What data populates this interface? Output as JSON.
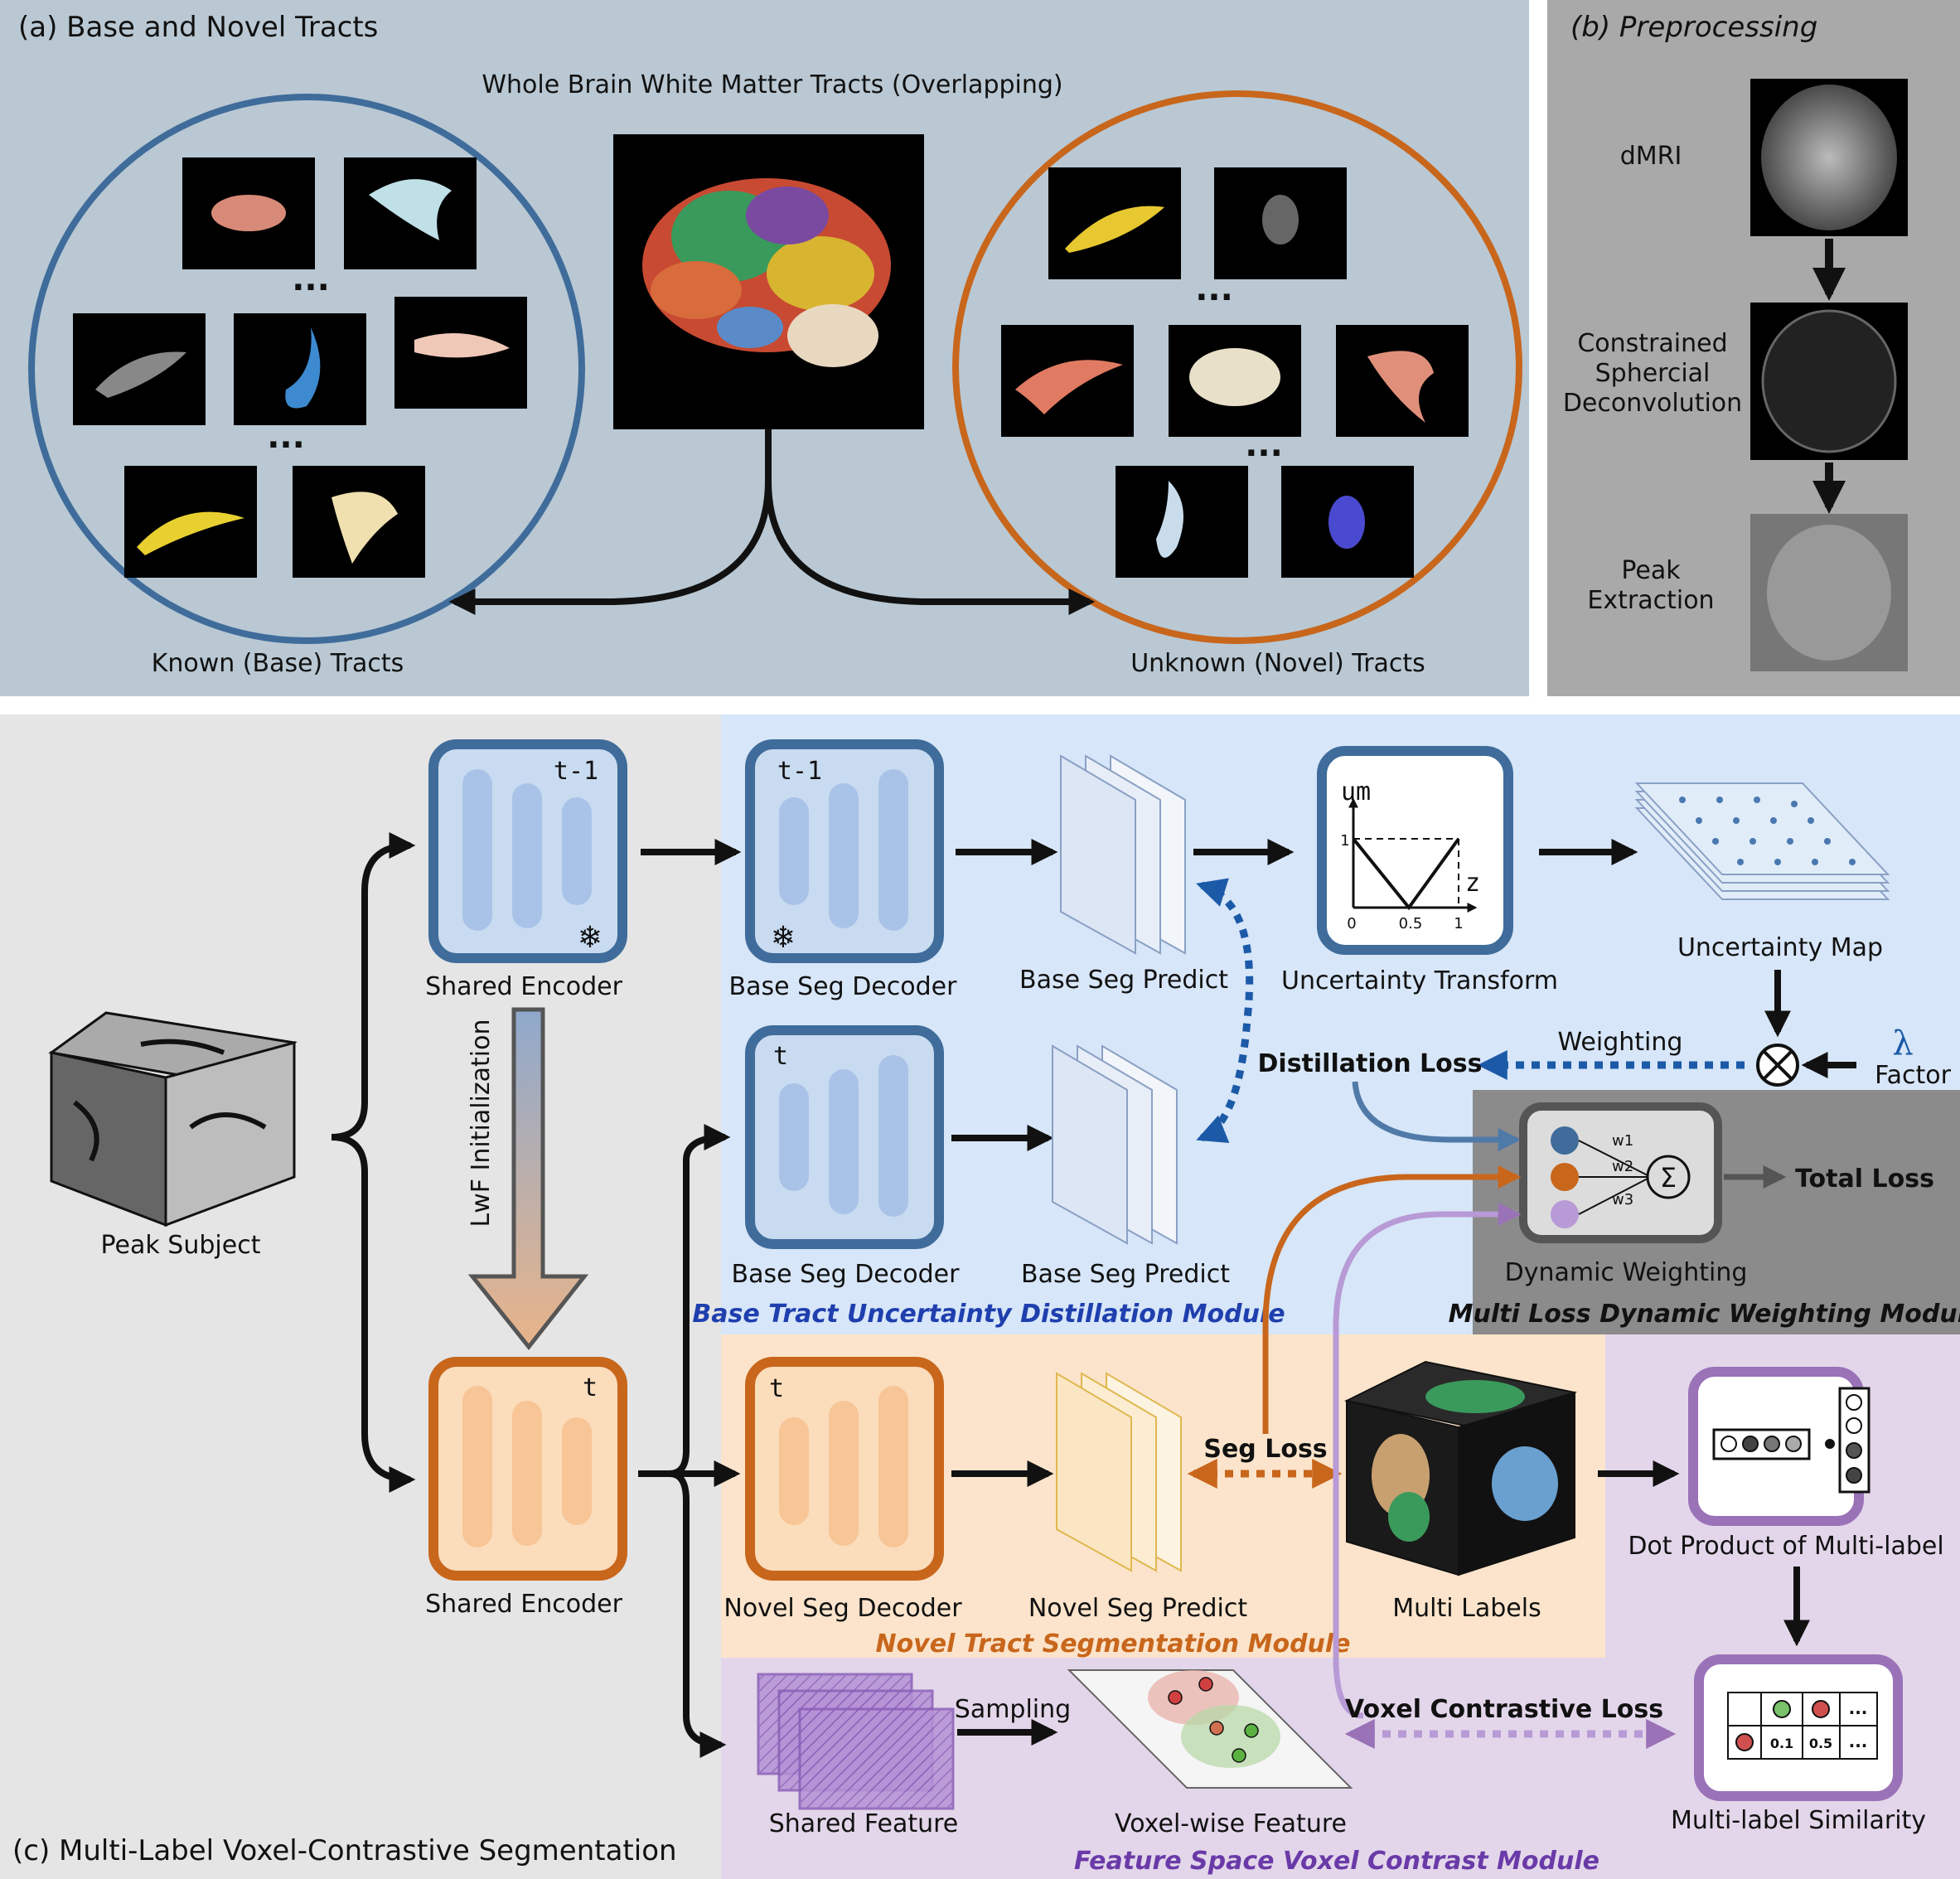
{
  "panel_a": {
    "title": "(a) Base and Novel Tracts",
    "whole_brain": "Whole Brain White Matter Tracts (Overlapping)",
    "known": "Known (Base) Tracts",
    "unknown": "Unknown (Novel) Tracts"
  },
  "panel_b": {
    "title": "(b) Preprocessing",
    "steps": [
      "dMRI",
      "Constrained",
      "Sphercial",
      "Deconvolution",
      "Peak",
      "Extraction"
    ]
  },
  "panel_c": {
    "title": "(c) Multi-Label Voxel-Contrastive Segmentation",
    "peak_subject": "Peak Subject",
    "shared_encoder": "Shared Encoder",
    "lwf": "LwF Initialization",
    "base_seg_decoder": "Base Seg Decoder",
    "base_seg_predict": "Base Seg Predict",
    "novel_seg_decoder": "Novel Seg Decoder",
    "novel_seg_predict": "Novel Seg Predict",
    "uncertainty_transform": "Uncertainty Transform",
    "uncertainty_map": "Uncertainty Map",
    "distillation_loss": "Distillation Loss",
    "weighting": "Weighting",
    "lambda": "λ",
    "factor": "Factor",
    "total_loss": "Total Loss",
    "dynamic_weighting": "Dynamic Weighting",
    "seg_loss": "Seg Loss",
    "multi_labels": "Multi Labels",
    "dot_product": "Dot Product of Multi-label",
    "multi_label_similarity": "Multi-label Similarity",
    "shared_feature": "Shared Feature",
    "sampling": "Sampling",
    "voxel_feature": "Voxel-wise Feature",
    "voxel_contrastive_loss": "Voxel Contrastive Loss",
    "t_minus_1": "t-1",
    "t": "t",
    "um": "um",
    "z": "z",
    "tick_0": "0",
    "tick_05": "0.5",
    "tick_1": "1",
    "w1": "w1",
    "w2": "w2",
    "w3": "w3",
    "sim_01": "0.1",
    "sim_05": "0.5",
    "ellipsis": "...",
    "modules": {
      "base": "Base Tract Uncertainty Distillation Module",
      "multi_loss": "Multi Loss Dynamic Weighting Module",
      "novel": "Novel Tract Segmentation Module",
      "feature": "Feature Space Voxel Contrast Module"
    }
  },
  "colors": {
    "blue_border": "#3f6c9a",
    "orange_border": "#c8661c",
    "purple_border": "#9a72b8",
    "base_bg": "#d7e6f8",
    "novel_bg": "#fbe4cb",
    "feature_bg": "#e3d6ea",
    "multi_loss_bg": "#8b8b8b",
    "panel_a_bg": "#b9c8d3",
    "panel_b_bg": "#a9a9a9",
    "panel_c_bg": "#e5e5e5"
  }
}
